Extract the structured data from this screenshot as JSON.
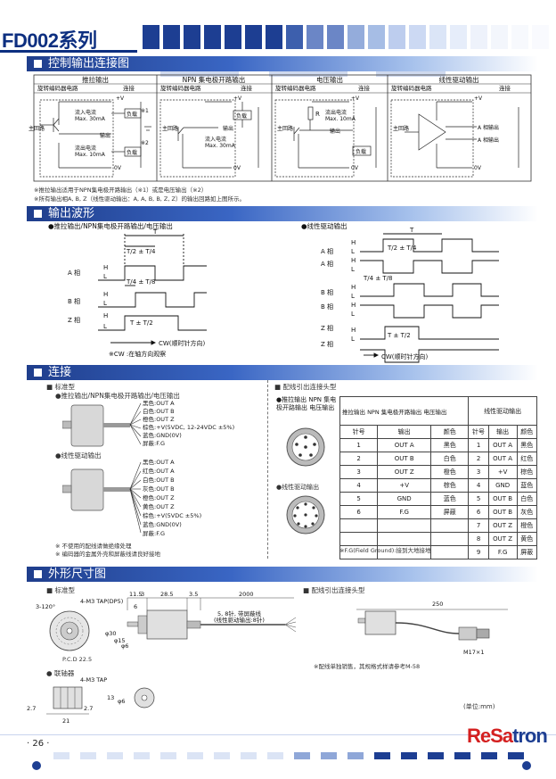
{
  "header": {
    "model": "FD002系列"
  },
  "sections": {
    "control": "控制输出连接图",
    "waveform": "输出波形",
    "wiring": "连接",
    "dimensions": "外形尺寸图"
  },
  "control": {
    "col1": "推拉输出",
    "col2": "NPN 集电极开路输出",
    "col3": "电压输出",
    "col4": "线性驱动输出",
    "encoder": "旋转编码器电路",
    "connect": "连接",
    "main_circuit": "主回路",
    "flow_in": "流入电流",
    "flow_in_max": "Max. 30mA",
    "flow_out": "流出电流",
    "flow_out_max": "Max. 10mA",
    "sink_max": "Max. 30mA",
    "flow_in2": "流入电流",
    "out": "输出",
    "load": "负载",
    "v_plus": "+V",
    "v0": "0V",
    "note1": "※1",
    "note2": "※2",
    "a_out": "A 相输出",
    "a_bar_out": "A 相输出",
    "foot1": "※推拉输出适用于NPN集电极开路输出（※1）或是电压输出（※2）",
    "foot2": "※所有输出相A, B, Z（线性驱动输出：A, A, B, B, Z, Z）的输出回路如上图所示。"
  },
  "waveform": {
    "left_title": "●推拉输出/NPN集电极开路输出/电压输出",
    "right_title": "●线性驱动输出",
    "T": "T",
    "phase_a": "A 相",
    "phase_a_bar": "A 相",
    "phase_b": "B 相",
    "phase_b_bar": "B 相",
    "phase_z": "Z 相",
    "phase_z_bar": "Z 相",
    "h": "H",
    "l": "L",
    "frac_half": "T/2 ± T/4",
    "frac_quarter": "T/4 ± T/8",
    "frac_z": "T ± T/2",
    "cw": "CW(顺时针方向)",
    "cw_note": "※CW :在轴方向观察"
  },
  "wiring": {
    "standard": "■ 标准型",
    "left_title": "●推拉输出/NPN集电极开路输出/电压输出",
    "wires1": [
      "黑色:OUT A",
      "白色:OUT B",
      "橙色:OUT Z",
      "棕色:+V(5VDC, 12-24VDC ±5%)",
      "蓝色:GND(0V)",
      "屏蔽:F.G"
    ],
    "line_title": "●线性驱动输出",
    "wires2": [
      "黑色:OUT A",
      "红色:OUT A",
      "白色:OUT B",
      "灰色:OUT B",
      "橙色:OUT Z",
      "黄色:OUT Z",
      "棕色:+V(5VDC ±5%)",
      "蓝色:GND(0V)",
      "屏蔽:F.G"
    ],
    "note_a": "※ 不使用的配线请做绝缘处理",
    "note_b": "※ 编码器的金属外壳和屏蔽线请良好接地",
    "connector_title": "■ 配线引出连接头型",
    "conn_left_title": "●推拉输出 NPN 集电极开路输出 电压输出",
    "conn_line_title": "●线性驱动输出",
    "table_head_left": "推拉输出 NPN 集电极开路输出 电压输出",
    "table_head_right": "线性驱动输出",
    "col_pin": "针号",
    "col_out": "输出",
    "col_color": "颜色",
    "rows": [
      [
        "1",
        "OUT A",
        "黑色",
        "1",
        "OUT A",
        "黑色"
      ],
      [
        "2",
        "OUT B",
        "白色",
        "2",
        "OUT A",
        "红色"
      ],
      [
        "3",
        "OUT Z",
        "橙色",
        "3",
        "+V",
        "棕色"
      ],
      [
        "4",
        "+V",
        "棕色",
        "4",
        "GND",
        "蓝色"
      ],
      [
        "5",
        "GND",
        "蓝色",
        "5",
        "OUT B",
        "白色"
      ],
      [
        "6",
        "F.G",
        "屏蔽",
        "6",
        "OUT B",
        "灰色"
      ],
      [
        "",
        "",
        "",
        "7",
        "OUT Z",
        "橙色"
      ],
      [
        "",
        "",
        "",
        "8",
        "OUT Z",
        "黄色"
      ],
      [
        "",
        "",
        "",
        "9",
        "F.G",
        "屏蔽"
      ]
    ],
    "fg_note": "※F.G(Field Ground):接到大地接地"
  },
  "dimensions": {
    "standard": "■ 标准型",
    "connector": "■ 配线引出连接头型",
    "tap": "4-M3 TAP(DP5)",
    "angle": "3-120°",
    "pcd": "P.C.D 22.5",
    "d1": "11.5",
    "d2": "3",
    "d3": "28.5",
    "d4": "3.5",
    "d5": "2000",
    "d6": "6",
    "dia30": "φ30",
    "dia15": "φ15",
    "dia6": "φ6",
    "cable": "5, 8针, 带屏蔽线",
    "cable2": "(线性驱动输出:8针)",
    "len250": "250",
    "m17": "M17×1",
    "conn_note": "※配线单独销售，其规格式样请参考M-58",
    "coupling": "● 联轴器",
    "tap2": "4-M3 TAP",
    "c1": "2.7",
    "c2": "21",
    "c3": "2.7",
    "c4": "13",
    "c5": "φ6",
    "unit": "(单位:mm)"
  },
  "footer": {
    "page": "· 26 ·",
    "brand_a": "ReSa",
    "brand_b": "tron"
  },
  "colors": {
    "navy": "#1d3e92",
    "red": "#d42020"
  }
}
